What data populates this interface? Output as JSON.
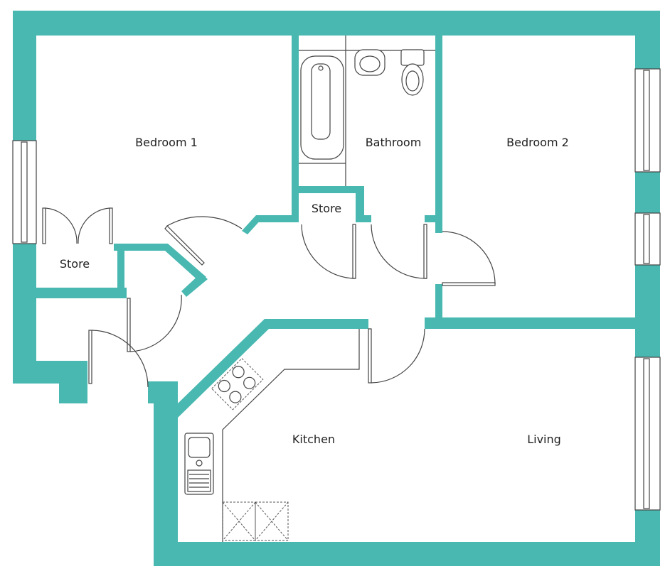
{
  "plan": {
    "wall_color": "#48b8b0",
    "rooms": {
      "bedroom1": "Bedroom 1",
      "bathroom": "Bathroom",
      "bedroom2": "Bedroom 2",
      "store_hall": "Store",
      "store_bed1": "Store",
      "kitchen": "Kitchen",
      "living": "Living"
    }
  }
}
